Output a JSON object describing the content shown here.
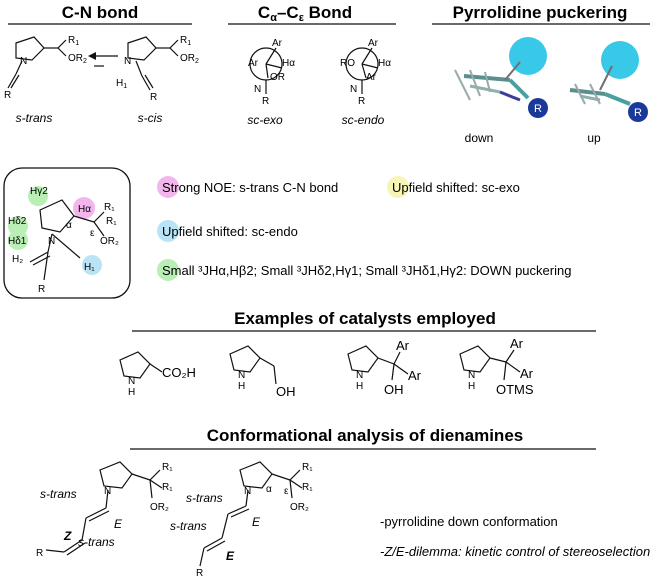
{
  "sections": {
    "cn": "C-N bond",
    "cace_c1": "C",
    "cace_a": "α",
    "cace_mid": "–C",
    "cace_e": "ε",
    "cace_bond": " Bond",
    "puck": "Pyrrolidine puckering",
    "examples": "Examples of catalysts employed",
    "conf": "Conformational analysis of dienamines"
  },
  "cn": {
    "strans": "s-trans",
    "scis": "s-cis",
    "N": "N",
    "R": "R",
    "R1": "R",
    "sub1": "1",
    "R2": "OR",
    "sub2": "2",
    "H1": "H"
  },
  "cace": {
    "exo": "sc-exo",
    "endo": "sc-endo",
    "Ar": "Ar",
    "Ha": "Hα",
    "OR": "OR",
    "RO": "RO",
    "N": "N",
    "R": "R"
  },
  "puck": {
    "down": "down",
    "up": "up",
    "R": "R"
  },
  "box": {
    "Hy2": "Hγ2",
    "Ha": "Hα",
    "Hd2": "Hδ2",
    "Hd1": "Hδ1",
    "alpha": "α",
    "eps": "ε",
    "R1": "R₁",
    "R1b": "R₁",
    "OR2": "OR₂",
    "N": "N",
    "H2": "H₂",
    "H1": "H₁",
    "R": "R"
  },
  "notes": {
    "noe": "Strong NOE: s-trans C-N bond",
    "upfield_exo": "Upfield shifted: sc-exo",
    "upfield_endo": "Upfield shifted: sc-endo",
    "coupling": "Small ³JHα,Hβ2; Small ³JHδ2,Hγ1; Small ³JHδ1,Hγ2: DOWN puckering"
  },
  "catalysts": {
    "c1": "CO₂H",
    "c2": "OH",
    "c3_ar1": "Ar",
    "c3_ar2": "Ar",
    "c3_oh": "OH",
    "c4_ar1": "Ar",
    "c4_ar2": "Ar",
    "c4_otms": "OTMS",
    "NH": "N",
    "H": "H"
  },
  "dienamines": {
    "strans_a": "s-trans",
    "E1": "E",
    "Z": "Z",
    "strans_b": "s-trans",
    "strans_c": "s-trans",
    "E2": "E",
    "strans_d": "s-trans",
    "E3": "E",
    "alpha": "α",
    "eps": "ε",
    "R1": "R₁",
    "R1b": "R₁",
    "OR2": "OR₂",
    "N": "N",
    "R": "R"
  },
  "conclusions": {
    "c1": "-pyrrolidine down conformation",
    "c2": "-Z/E-dilemma: kinetic control of stereoselection"
  },
  "colors": {
    "noe": "#f3b6ec",
    "exo": "#f7f5b5",
    "endo": "#b9e4f5",
    "coupling": "#b9efb5",
    "cyan_ball": "#39c9e8",
    "R_ball": "#1a3a9a"
  }
}
